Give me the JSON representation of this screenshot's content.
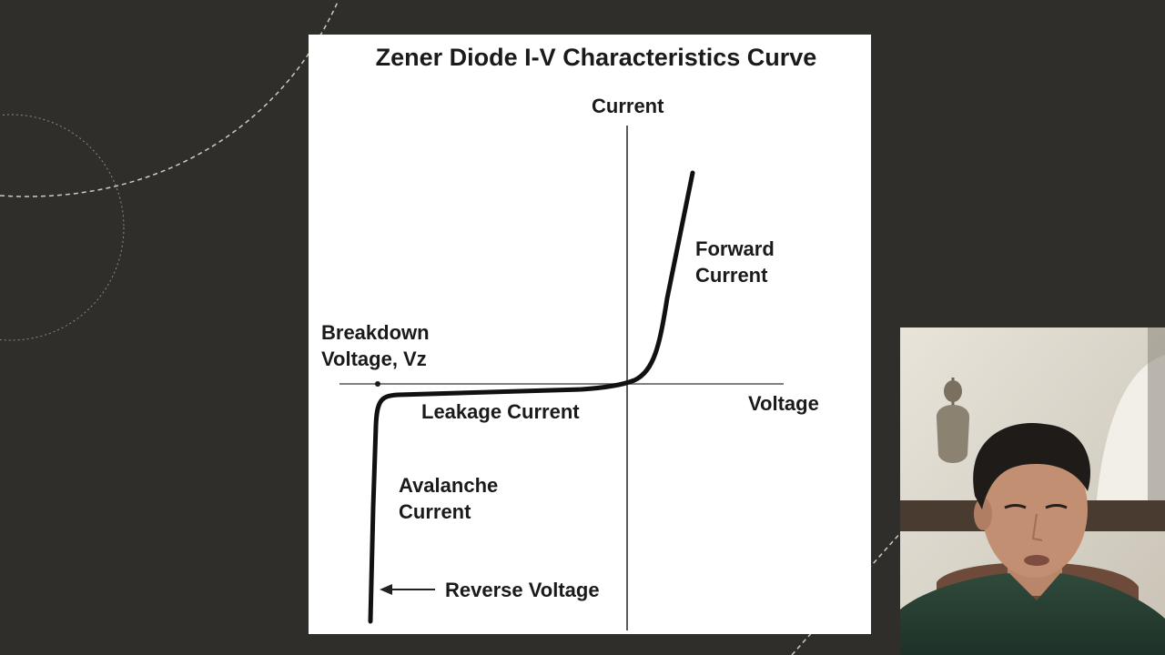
{
  "slide": {
    "title": "Zener Diode I-V Characteristics Curve",
    "labels": {
      "y_axis": "Current",
      "x_axis": "Voltage",
      "forward_current": [
        "Forward",
        "Current"
      ],
      "breakdown_voltage": [
        "Breakdown",
        "Voltage, Vz"
      ],
      "leakage_current": "Leakage Current",
      "avalanche_current": [
        "Avalanche",
        "Current"
      ],
      "reverse_voltage": "Reverse Voltage"
    }
  },
  "colors": {
    "background": "#2f2e2a",
    "slide": "#ffffff",
    "ink": "#1a1a1a",
    "decoration": "#cfcbbf"
  },
  "webcam": {
    "content": "presenter webcam video"
  }
}
